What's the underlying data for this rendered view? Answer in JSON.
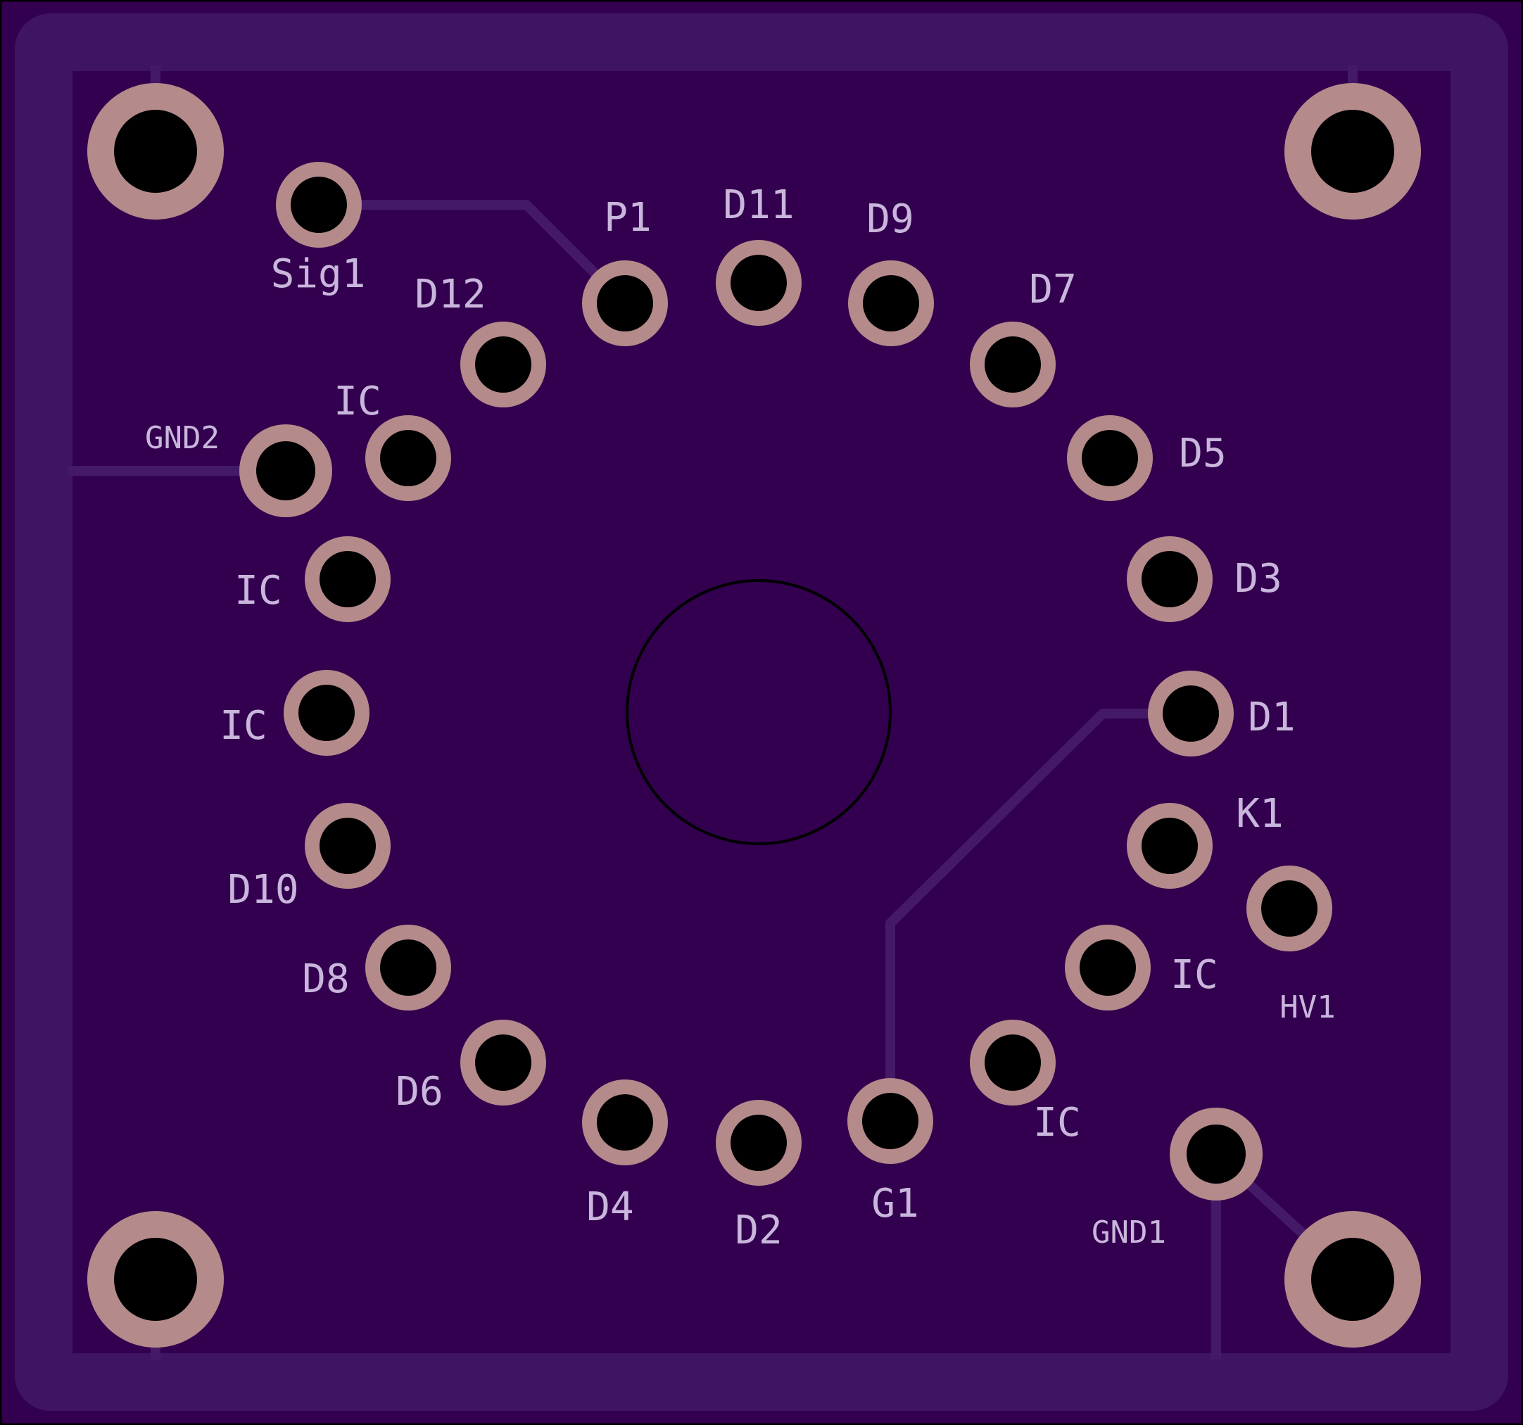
{
  "colors": {
    "board": "#33004f",
    "edge_pour": "#3f1462",
    "trace": "#441a68",
    "pad_copper": "#b58a8a",
    "drill": "#000000",
    "silkscreen": "#c9b6dc"
  },
  "board": {
    "pins": [
      {
        "id": "sig1",
        "label": "Sig1"
      },
      {
        "id": "p1",
        "label": "P1"
      },
      {
        "id": "d11",
        "label": "D11"
      },
      {
        "id": "d9",
        "label": "D9"
      },
      {
        "id": "d7",
        "label": "D7"
      },
      {
        "id": "d12",
        "label": "D12"
      },
      {
        "id": "ic-1",
        "label": "IC"
      },
      {
        "id": "gnd2",
        "label": "GND2"
      },
      {
        "id": "d5",
        "label": "D5"
      },
      {
        "id": "ic-2",
        "label": "IC"
      },
      {
        "id": "d3",
        "label": "D3"
      },
      {
        "id": "ic-3",
        "label": "IC"
      },
      {
        "id": "d1",
        "label": "D1"
      },
      {
        "id": "k1",
        "label": "K1"
      },
      {
        "id": "d10",
        "label": "D10"
      },
      {
        "id": "hv1",
        "label": "HV1"
      },
      {
        "id": "d8",
        "label": "D8"
      },
      {
        "id": "ic-4",
        "label": "IC"
      },
      {
        "id": "d6",
        "label": "D6"
      },
      {
        "id": "ic-5",
        "label": "IC"
      },
      {
        "id": "d4",
        "label": "D4"
      },
      {
        "id": "d2",
        "label": "D2"
      },
      {
        "id": "g1",
        "label": "G1"
      },
      {
        "id": "gnd1",
        "label": "GND1"
      }
    ]
  }
}
